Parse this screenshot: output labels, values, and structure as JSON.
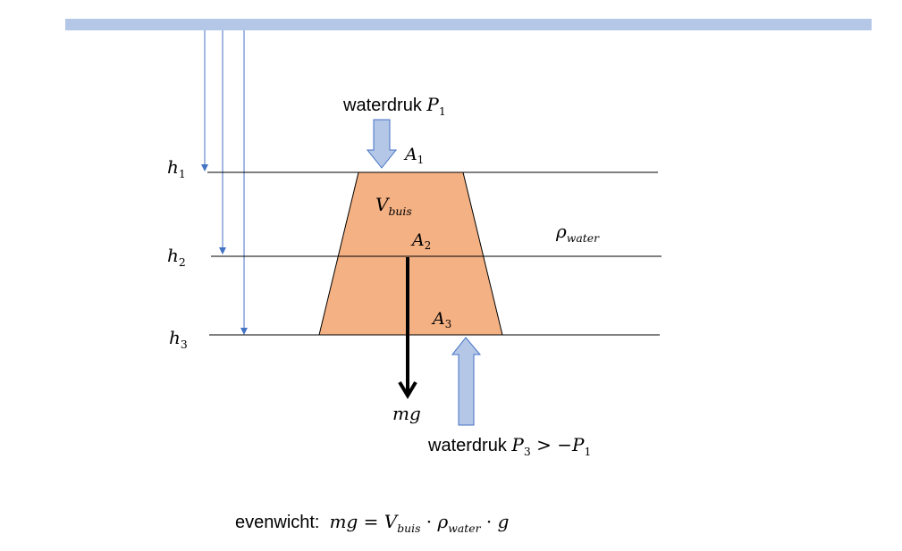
{
  "diagram": {
    "surface_color": "#b4c7e7",
    "body_color": "#f4b183",
    "arrow_fill": "#b4c7e7",
    "arrow_stroke": "#4472c4",
    "depth_arrow_color": "#4472c4",
    "labels": {
      "h1": {
        "base": "h",
        "sub": "1"
      },
      "h2": {
        "base": "h",
        "sub": "2"
      },
      "h3": {
        "base": "h",
        "sub": "3"
      },
      "A1": {
        "base": "A",
        "sub": "1"
      },
      "A2": {
        "base": "A",
        "sub": "2"
      },
      "A3": {
        "base": "A",
        "sub": "3"
      },
      "V": {
        "base": "V",
        "sub": "buis"
      },
      "rho": {
        "base": "ρ",
        "sub": "water"
      },
      "mg": "mg"
    },
    "top_pressure": {
      "text": "waterdruk ",
      "symbol": "P",
      "sub": "1"
    },
    "bottom_pressure": {
      "text": "waterdruk ",
      "p3": "P",
      "p3_sub": "3",
      "relation": " > −",
      "p1": "P",
      "p1_sub": "1"
    },
    "equilibrium": {
      "text": "evenwicht:",
      "lhs": "mg",
      "eq": " = ",
      "v": "V",
      "v_sub": "buis",
      "dot1": " · ",
      "rho": "ρ",
      "rho_sub": "water",
      "dot2": " · ",
      "g": "g"
    }
  }
}
